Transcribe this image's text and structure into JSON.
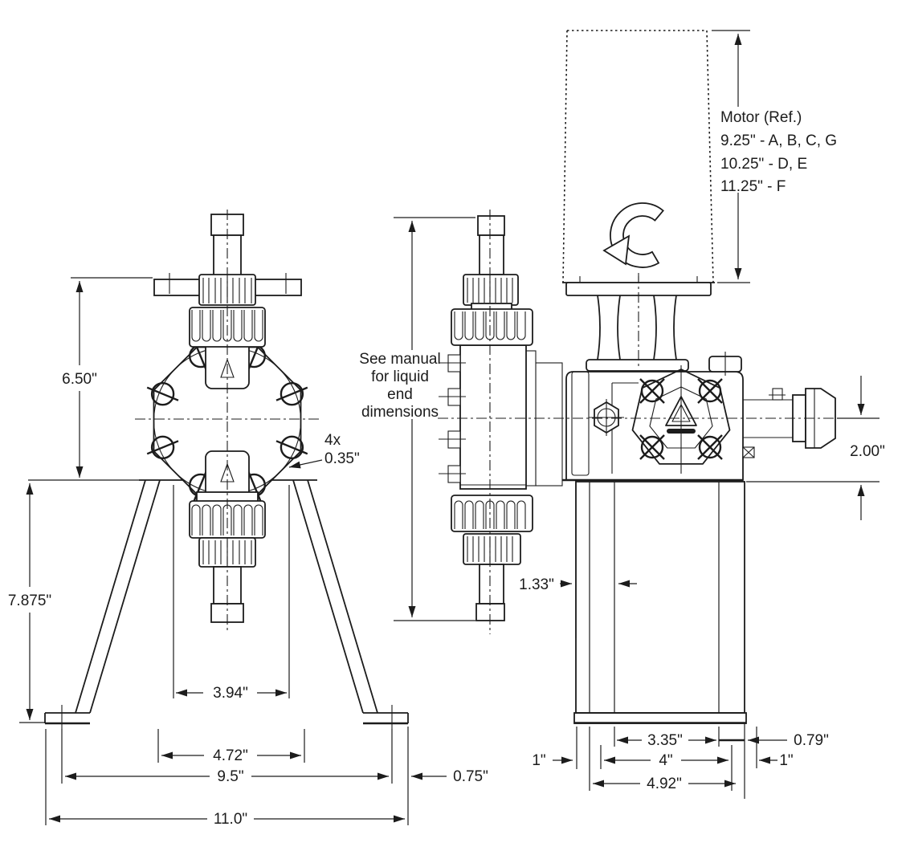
{
  "notes": {
    "motor_ref": {
      "title": "Motor (Ref.)",
      "row1": "9.25\" - A, B, C, G",
      "row2": "10.25\" - D, E",
      "row3": "11.25\" - F"
    },
    "liquid_end": {
      "row1": "See manual",
      "row2": "for liquid",
      "row3": "end",
      "row4": "dimensions"
    },
    "bolt_callout": {
      "count": "4x",
      "size": "0.35\""
    }
  },
  "front_view_dims": {
    "bracket_to_base": "6.50\"",
    "base_to_floor": "7.875\"",
    "inner_span": "3.94\"",
    "leg_span": "4.72\"",
    "bolt_span": "9.5\"",
    "edge_offset": "0.75\"",
    "overall_width": "11.0\""
  },
  "side_view_dims": {
    "centerline_height": "2.00\"",
    "base_offset": "1.33\"",
    "mount_hole_span": "3.35\"",
    "edge_offset": "0.79\"",
    "left_margin": "1\"",
    "mount_width": "4\"",
    "base_width": "4.92\"",
    "right_margin": "1\""
  },
  "colors": {
    "ink": "#1c1c1c",
    "paper": "#ffffff"
  }
}
